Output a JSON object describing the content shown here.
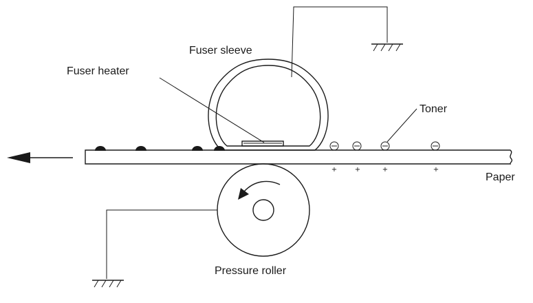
{
  "labels": {
    "fuser_sleeve": "Fuser sleeve",
    "fuser_heater": "Fuser heater",
    "toner": "Toner",
    "paper": "Paper",
    "pressure_roller": "Pressure roller"
  },
  "symbols": {
    "negative_charge": "⊖",
    "positive_charge": "+"
  },
  "colors": {
    "line": "#1a1a1a",
    "background": "#ffffff"
  },
  "icons": {
    "ground_sleeve": "ground-icon",
    "ground_roller": "ground-icon",
    "arrow_feed": "arrow-left-icon",
    "arrow_rotation": "rotation-arrow-icon"
  }
}
